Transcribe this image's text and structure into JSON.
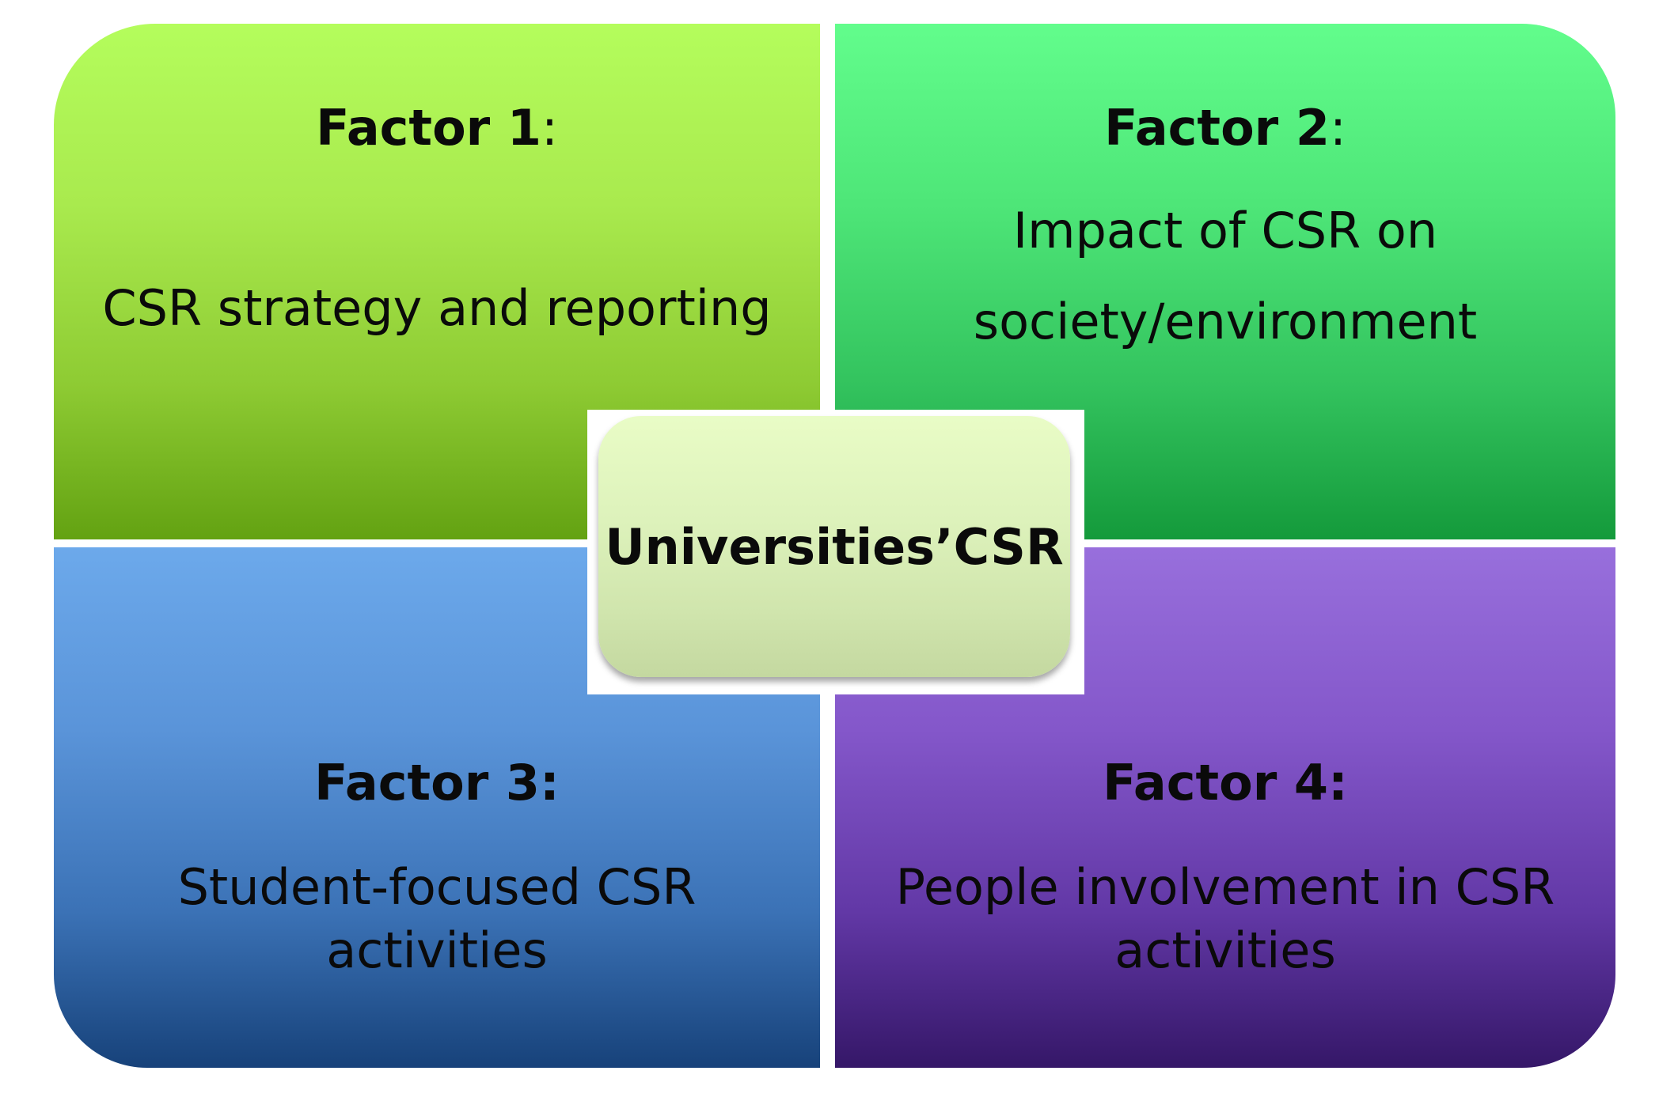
{
  "diagram": {
    "center": {
      "label": "Universities’CSR"
    },
    "factors": [
      {
        "title_bold": "Factor 1",
        "title_suffix": ":",
        "description": "CSR strategy and reporting",
        "color": "#a9ea4e"
      },
      {
        "title_bold": "Factor 2",
        "title_suffix": ":",
        "description_line1": "Impact of CSR on",
        "description_line2": "society/environment",
        "color": "#4ee678"
      },
      {
        "title_bold": "Factor 3:",
        "title_suffix": "",
        "description_line1": "Student-focused CSR",
        "description_line2": "activities",
        "color": "#5a94d9"
      },
      {
        "title_bold": "Factor 4:",
        "title_suffix": "",
        "description_line1": "People involvement in CSR",
        "description_line2": "activities",
        "color": "#8457ca"
      }
    ]
  }
}
